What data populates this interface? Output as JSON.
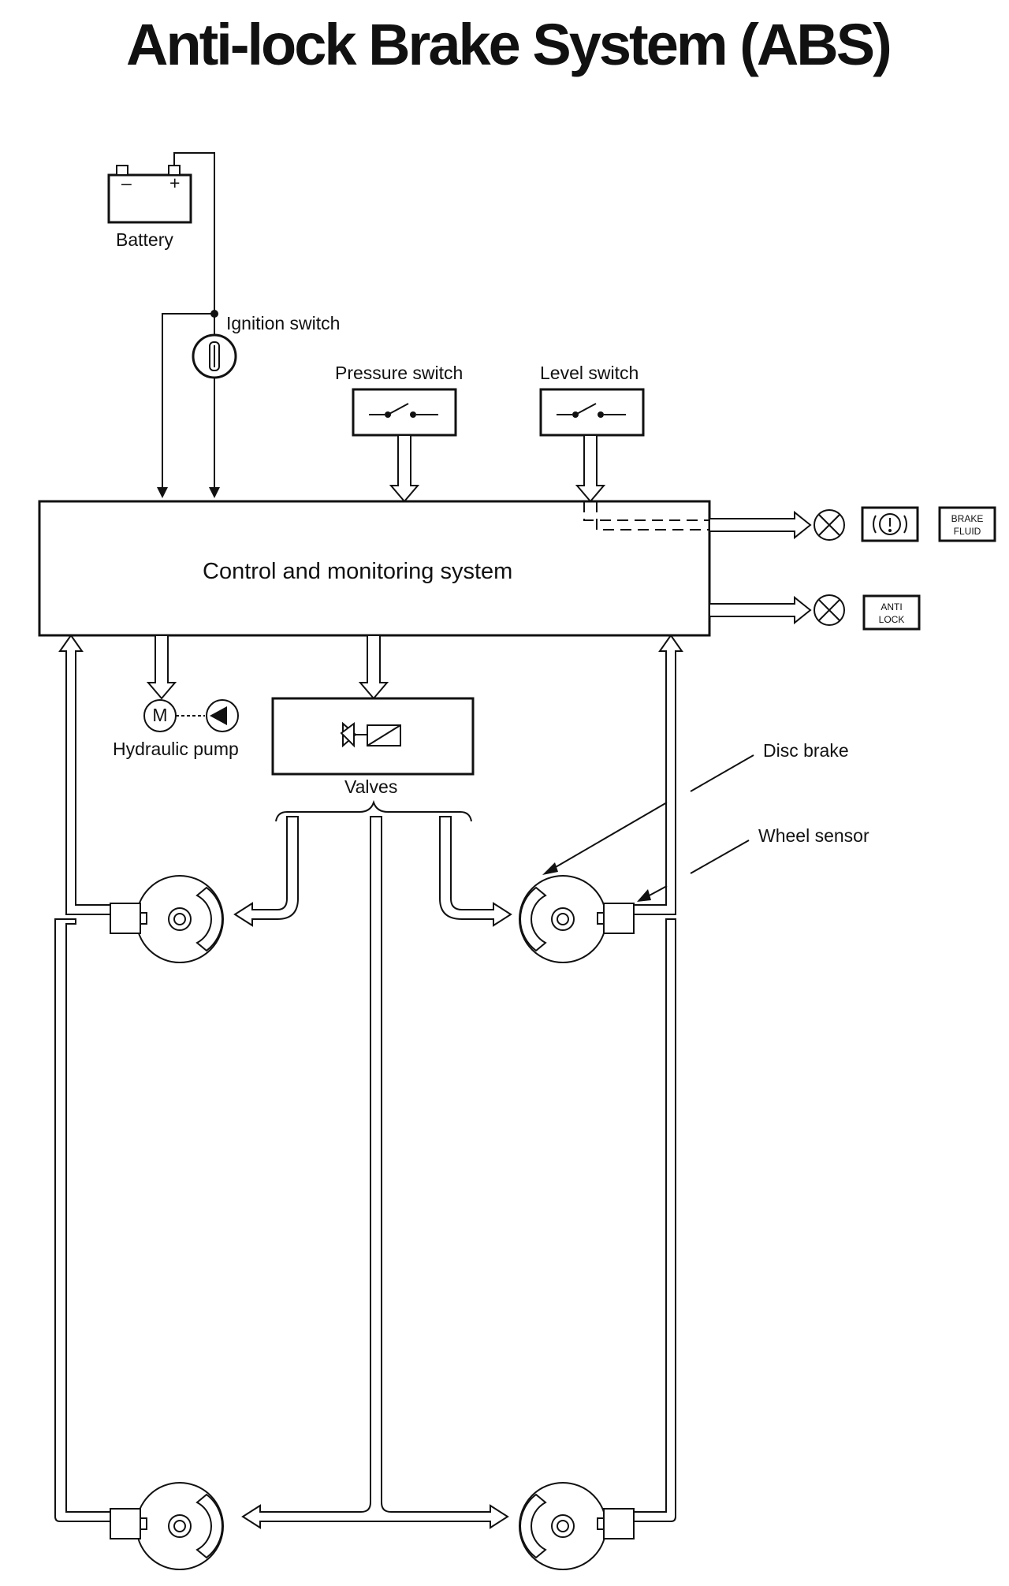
{
  "title": "Anti-lock Brake System (ABS)",
  "labels": {
    "battery": "Battery",
    "ignition_switch": "Ignition switch",
    "pressure_switch": "Pressure switch",
    "level_switch": "Level switch",
    "control_system": "Control and monitoring system",
    "hydraulic_pump": "Hydraulic pump",
    "valves": "Valves",
    "disc_brake": "Disc brake",
    "wheel_sensor": "Wheel sensor"
  },
  "symbols": {
    "battery_minus": "–",
    "battery_plus": "+",
    "motor": "M"
  },
  "indicators": {
    "brake_fluid_line1": "BRAKE",
    "brake_fluid_line2": "FLUID",
    "anti_lock_line1": "ANTI",
    "anti_lock_line2": "LOCK"
  }
}
